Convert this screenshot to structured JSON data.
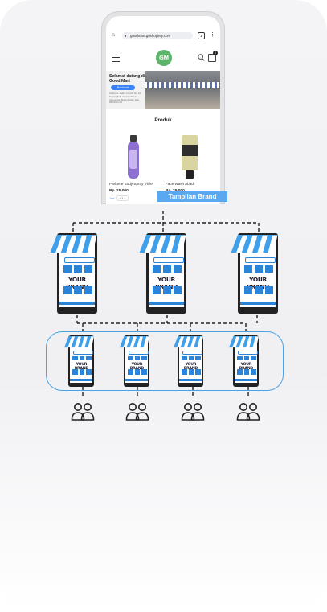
{
  "browser": {
    "url": "goodmart.goshopkey.com",
    "tab_count": "1"
  },
  "store": {
    "logo": "GM",
    "cart_count": "0"
  },
  "banner": {
    "welcome": "Selamat datang di Good Mart",
    "button": "Booksrat",
    "address": "Address: Jalan Contoh No.12 Dekat Mall, Jakarta Pusat Indonesia. Buka Setiap Hari 08.00-21.00"
  },
  "section_title": "Produk",
  "products": [
    {
      "name": "Parfume Body Spray Violet",
      "price": "Rp. 25.000"
    },
    {
      "name": "Face Wash Abadi",
      "price": "Rp. 29.000"
    }
  ],
  "pager": {
    "label": "Jari",
    "pages": "‹  1  ›"
  },
  "brand_label": "Tampilan Brand",
  "shop_brand_text": "YOUR BRAND",
  "colors": {
    "accent": "#2b84d8",
    "label_bg": "#5aa8f0",
    "logo": "#5db46a",
    "group_border": "#4aa3e6"
  },
  "icons": [
    "home-icon",
    "lock-icon",
    "tab-icon",
    "more-icon",
    "menu-icon",
    "search-icon",
    "cart-icon",
    "user-group-icon"
  ]
}
